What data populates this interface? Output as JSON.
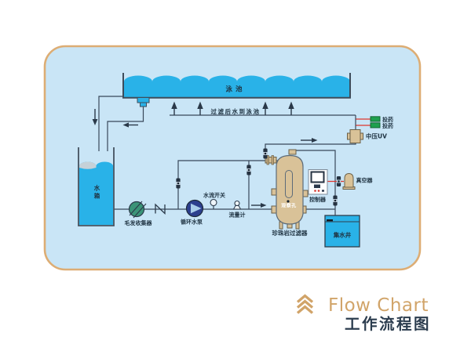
{
  "figure": {
    "title_en": "Flow Chart",
    "title_zh": "工作流程图",
    "labels": {
      "pool": "泳池",
      "filtered_to_pool": "过滤后水到泳池",
      "dosing": "投药",
      "uv": "中压UV",
      "vacuum": "真空器",
      "controller": "控制器",
      "sight_hole": "观察孔",
      "perlite_filter": "珍珠岩过滤器",
      "collection_well": "集水井",
      "tank_char_1": "水",
      "tank_char_2": "箱",
      "hair_collector": "毛发收集器",
      "circulation_pump": "循环水泵",
      "flow_switch": "水流开关",
      "flow_meter": "流量计"
    },
    "colors": {
      "panel_bg": "#c9e5f6",
      "panel_border": "#ddad74",
      "water_blue": "#29b2e8",
      "line_navy": "#39485a",
      "equipment_tan": "#d9c298",
      "dosing_green": "#1fa04e",
      "collector_green": "#3b9478",
      "pump_blue": "#2c3f8e",
      "alert_red": "#df382e",
      "brand_gold": "#d1a469",
      "brand_navy": "#2c3d4f"
    }
  }
}
